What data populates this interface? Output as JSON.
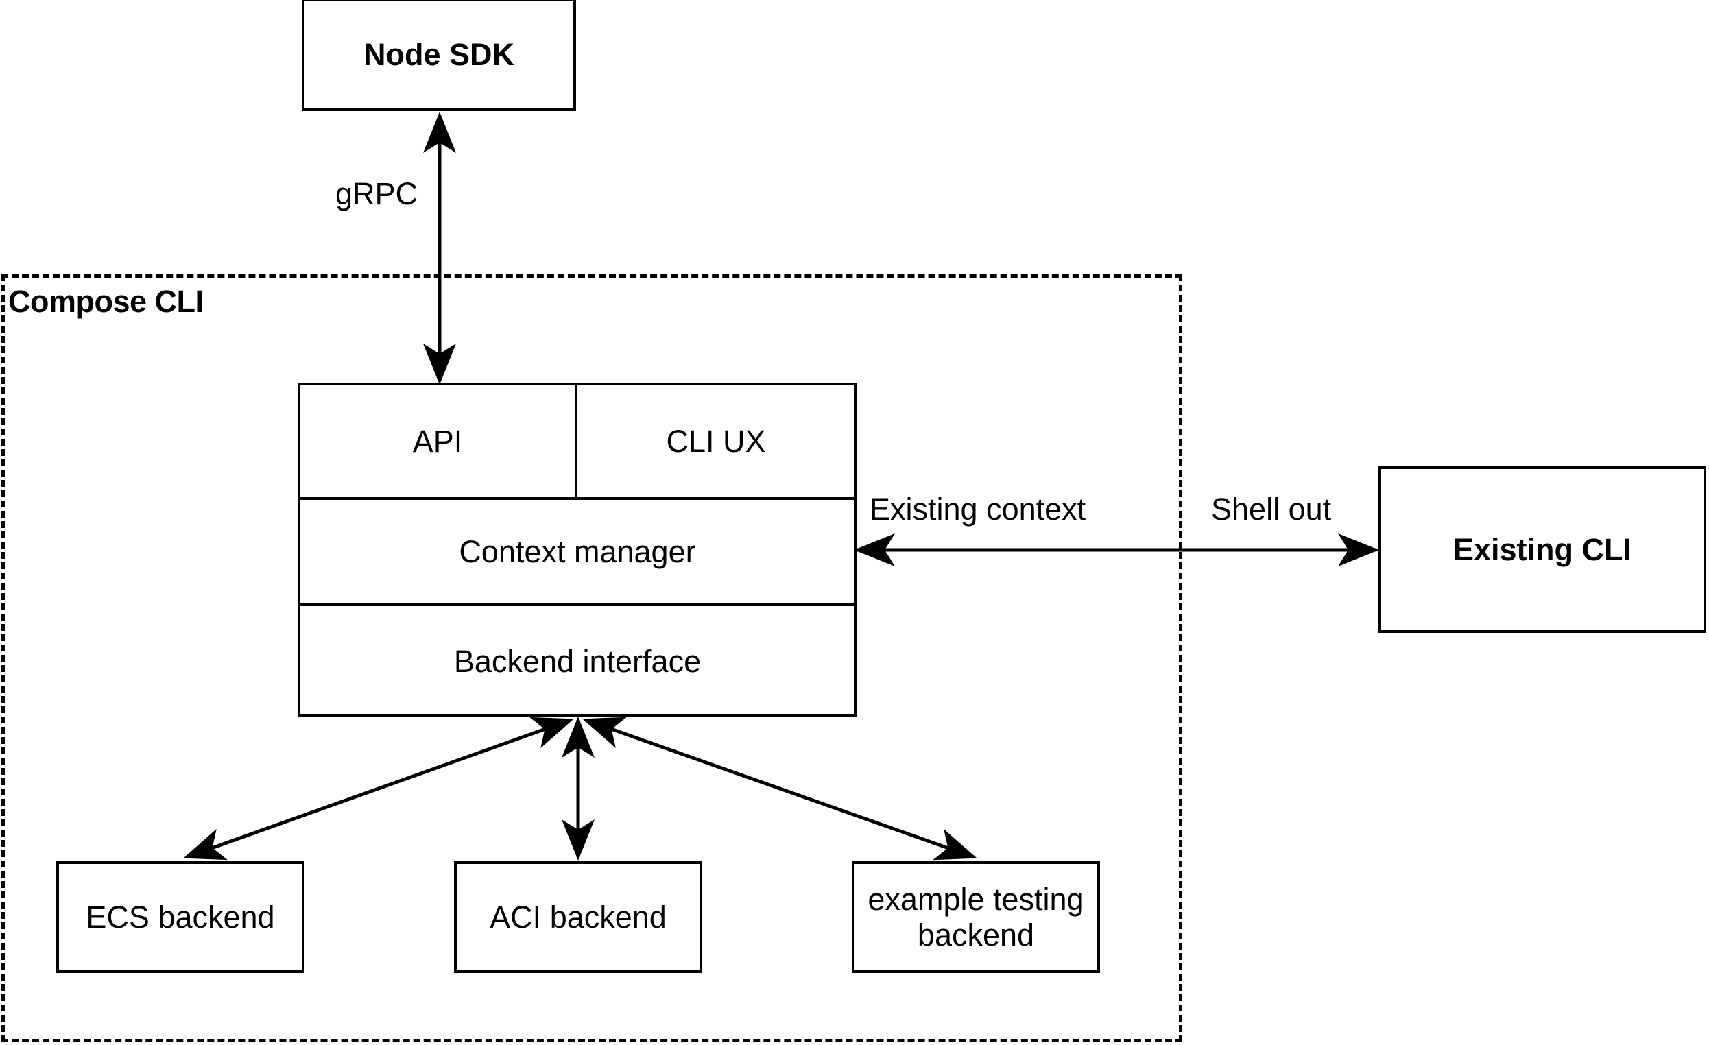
{
  "diagram": {
    "title_node": "Node SDK",
    "container": {
      "label": "Compose CLI"
    },
    "nodes": {
      "node_sdk": "Node SDK",
      "api": "API",
      "cli_ux": "CLI UX",
      "context_manager": "Context manager",
      "backend_interface": "Backend interface",
      "existing_cli": "Existing CLI",
      "ecs_backend": "ECS backend",
      "aci_backend": "ACI backend",
      "example_testing_backend": "example testing\nbackend",
      "example_testing_backend_line1": "example testing",
      "example_testing_backend_line2": "backend"
    },
    "edge_labels": {
      "grpc": "gRPC",
      "existing_context": "Existing context",
      "shell_out": "Shell out"
    },
    "colors": {
      "stroke": "#000000",
      "fill": "#ffffff",
      "text": "#000000"
    }
  }
}
